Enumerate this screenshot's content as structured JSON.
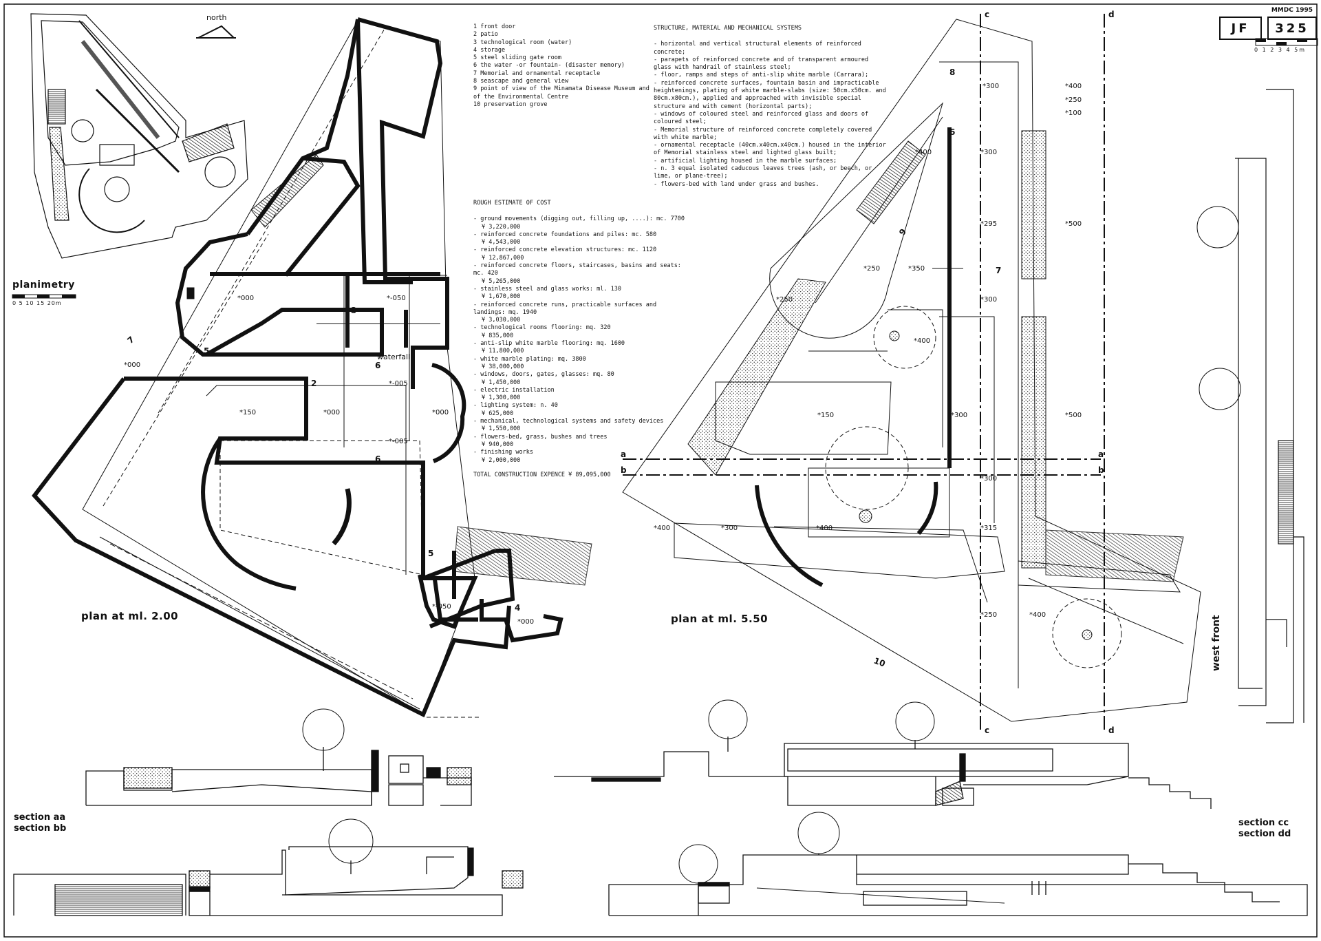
{
  "sheet": {
    "north_label": "north",
    "year_label": "MMDC 1995",
    "initials": "JF",
    "number": "325",
    "main_scale_ticks": "0 1 2 3 4 5m",
    "planimetry_scale_ticks": "0   5   10  15  20m"
  },
  "titles": {
    "planimetry": "planimetry",
    "plan_200": "plan at ml. 2.00",
    "plan_550": "plan at ml. 5.50",
    "section_aa": "section aa",
    "section_bb": "section bb",
    "section_cc": "section cc",
    "section_dd": "section dd",
    "west_front": "west front"
  },
  "legend": [
    "1 front door",
    "2 patio",
    "3 technological room (water)",
    "4 storage",
    "5 steel sliding gate room",
    "6 the water -or fountain- (disaster memory)",
    "7 Memorial and ornamental receptacle",
    "8 seascape and general view",
    "9 point of view of the Minamata Disease Museum and of the Environmental Centre",
    "10 preservation grove"
  ],
  "cost": {
    "title": "ROUGH ESTIMATE OF COST",
    "items": [
      {
        "desc": "- ground movements (digging out, filling up, ....):  mc. 7700",
        "amount": "¥   3,220,000"
      },
      {
        "desc": "- reinforced concrete foundations and piles:  mc.  580",
        "amount": "¥   4,543,000"
      },
      {
        "desc": "- reinforced concrete elevation structures:  mc.  1120",
        "amount": "¥  12,867,000"
      },
      {
        "desc": "- reinforced concrete floors, staircases, basins and seats:  mc.  420",
        "amount": "¥   5,265,000"
      },
      {
        "desc": "- stainless steel and glass works:  ml.  130",
        "amount": "¥   1,670,000"
      },
      {
        "desc": "- reinforced concrete runs, practicable surfaces and landings:  mq.  1940",
        "amount": "¥   3,030,000"
      },
      {
        "desc": "- technological rooms flooring:  mq.  320",
        "amount": "¥     835,000"
      },
      {
        "desc": "- anti-slip white marble flooring:  mq.  1600",
        "amount": "¥  11,800,000"
      },
      {
        "desc": "- white marble plating:  mq.  3800",
        "amount": "¥  38,000,000"
      },
      {
        "desc": "- windows, doors, gates, glasses:  mq.  80",
        "amount": "¥   1,450,000"
      },
      {
        "desc": "- electric installation",
        "amount": "¥   1,300,000"
      },
      {
        "desc": "- lighting system:  n.  40",
        "amount": "¥     625,000"
      },
      {
        "desc": "- mechanical, technological systems and safety devices",
        "amount": "¥   1,550,000"
      },
      {
        "desc": "- flowers-bed, grass, bushes and trees",
        "amount": "¥     940,000"
      },
      {
        "desc": "- finishing works",
        "amount": "¥   2,000,000"
      }
    ],
    "total": "TOTAL CONSTRUCTION EXPENCE ¥ 89,095,000"
  },
  "structure": {
    "title": "STRUCTURE, MATERIAL AND MECHANICAL SYSTEMS",
    "items": [
      "- horizontal and vertical structural elements of reinforced concrete;",
      "- parapets of reinforced concrete and of transparent armoured glass with handrail of stainless steel;",
      "- floor, ramps and steps of anti-slip white marble (Carrara);",
      "- reinforced concrete surfaces, fountain basin and impracticable heightenings, plating of white marble-slabs (size: 50cm.x50cm. and 80cm.x80cm.), applied and approached with invisible special structure and with cement (horizontal parts);",
      "- windows of coloured steel and reinforced glass and doors of coloured steel;",
      "- Memorial structure of reinforced concrete completely covered with white marble;",
      "- ornamental receptacle (40cm.x40cm.x40cm.) housed in the interior of Memorial stainless steel and lighted glass built;",
      "- artificial lighting housed in the marble surfaces;",
      "- n. 3 equal isolated caducous leaves trees (ash, or beech, or lime, or plane-tree);",
      "- flowers-bed with land under grass and bushes."
    ]
  },
  "plan200": {
    "elev_000_a": "*000",
    "elev_m050_a": "*-050",
    "elev_000_left": "*000",
    "elev_150": "*150",
    "elev_000_b": "*000",
    "elev_m005_a": "*-005",
    "elev_m005_b": "*-005",
    "elev_000_c": "*000",
    "elev_m050_b": "*-050",
    "elev_000_d": "*000",
    "waterfall": "waterfall",
    "n2": "2",
    "n3": "3",
    "n4": "4",
    "n5a": "5",
    "n5b": "5",
    "n6a": "6",
    "n6b": "6",
    "n7": "7"
  },
  "plan550": {
    "e300_a": "*300",
    "e400_a": "*400",
    "e250_a": "*250",
    "e100": "*100",
    "e400_b": "*400",
    "e300_b": "*300",
    "e295": "*295",
    "e500_a": "*500",
    "e250_b": "*250",
    "e350": "*350",
    "e250_c": "*250",
    "e300_c": "*300",
    "e400_c": "*400",
    "e150": "*150",
    "e300_d": "*300",
    "e500_b": "*500",
    "e300_e": "*300",
    "e400_d": "*400",
    "e300_f": "*300",
    "e400_e": "*400",
    "e315": "*315",
    "e250_d": "*250",
    "e400_f": "*400",
    "n6": "6",
    "n7": "7",
    "n8": "8",
    "n9": "9",
    "n10": "10",
    "a": "a",
    "b": "b",
    "c": "c",
    "d": "d"
  }
}
